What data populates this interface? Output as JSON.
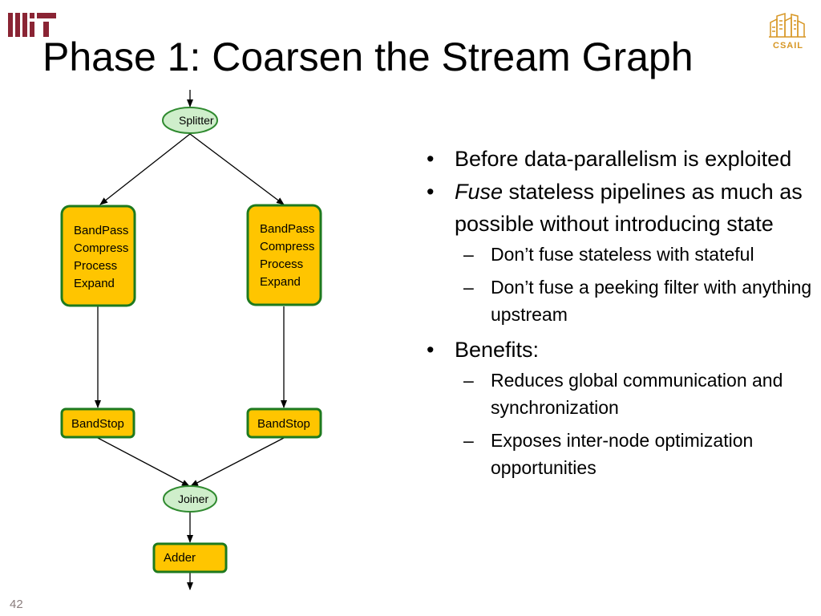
{
  "slide": {
    "title": "Phase 1: Coarsen the Stream Graph",
    "page_number": "42",
    "logos": {
      "left": "MIT",
      "right": "CSAIL"
    }
  },
  "diagram": {
    "splitter": "Splitter",
    "left_pipeline": [
      "BandPass",
      "Compress",
      "Process",
      "Expand"
    ],
    "right_pipeline": [
      "BandPass",
      "Compress",
      "Process",
      "Expand"
    ],
    "left_bandstop": "BandStop",
    "right_bandstop": "BandStop",
    "joiner": "Joiner",
    "adder": "Adder"
  },
  "bullets": {
    "b1": "Before data-parallelism is exploited",
    "b2_em": "Fuse",
    "b2_rest": " stateless pipelines as much as possible without introducing state",
    "b2_sub1": "Don’t fuse stateless with stateful",
    "b2_sub2": "Don’t fuse a peeking filter with anything upstream",
    "b3": "Benefits:",
    "b3_sub1": "Reduces global communication and synchronization",
    "b3_sub2": "Exposes inter-node optimization opportunities"
  },
  "colors": {
    "mit_red": "#8a2434",
    "csail_orange": "#d79623",
    "node_fill_green": "#cfeecb",
    "node_stroke_green": "#2f8a2f",
    "filter_fill_yellow": "#ffc500",
    "filter_stroke_green": "#1e7a1e",
    "page_number_gray": "#8a7d7d"
  }
}
